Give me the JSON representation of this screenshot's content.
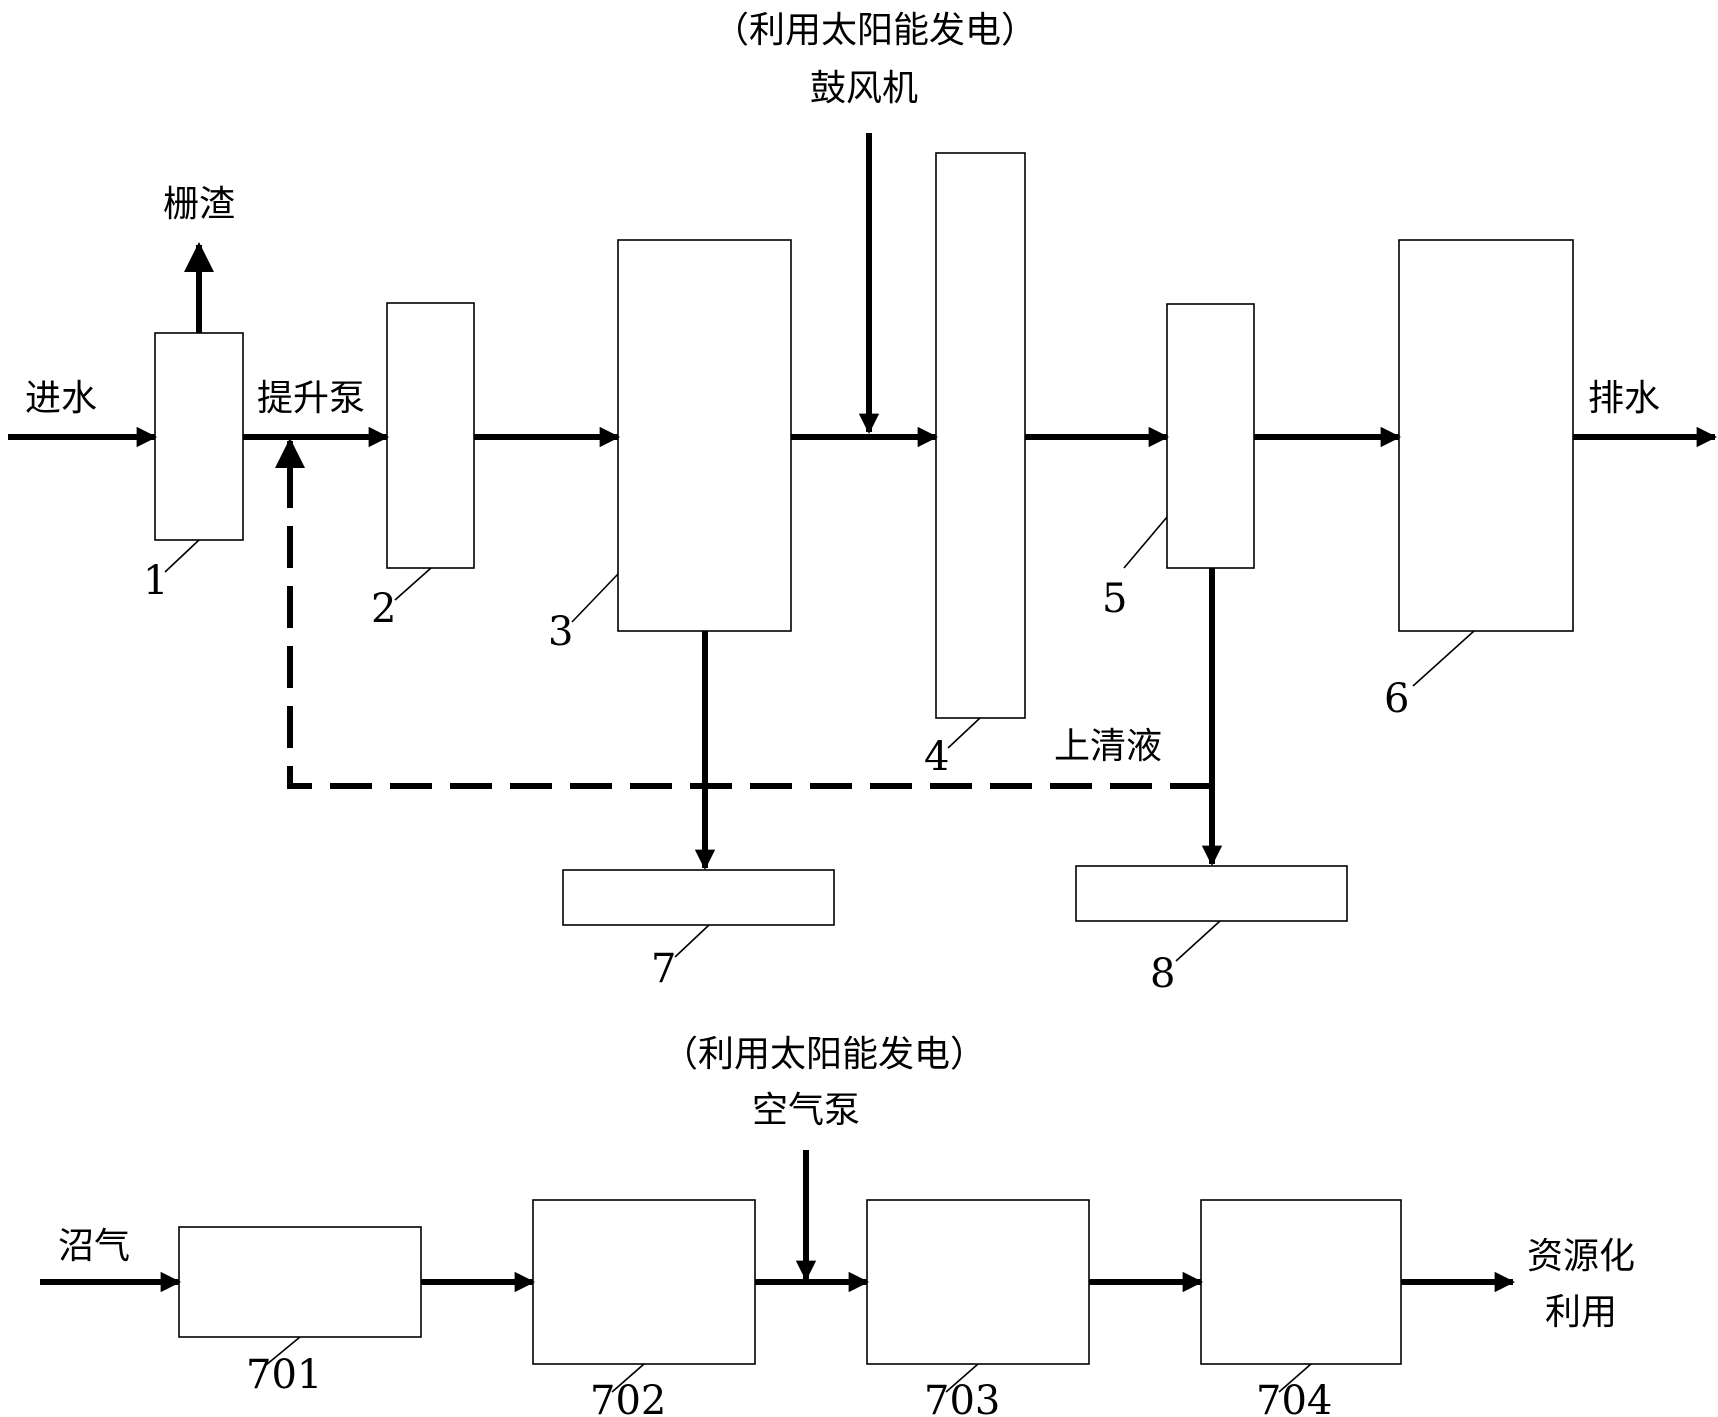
{
  "labels": {
    "inflow": "进水",
    "screenings": "栅渣",
    "lift_pump": "提升泵",
    "solar_top": "（利用太阳能发电）",
    "blower": "鼓风机",
    "supernatant": "上清液",
    "discharge": "排水",
    "biogas": "沼气",
    "solar_bottom": "（利用太阳能发电）",
    "air_pump": "空气泵",
    "resource_line1": "资源化",
    "resource_line2": "利用"
  },
  "units": {
    "u1": "1",
    "u2": "2",
    "u3": "3",
    "u4": "4",
    "u5": "5",
    "u6": "6",
    "u7": "7",
    "u8": "8",
    "u701": "701",
    "u702": "702",
    "u703": "703",
    "u704": "704"
  }
}
